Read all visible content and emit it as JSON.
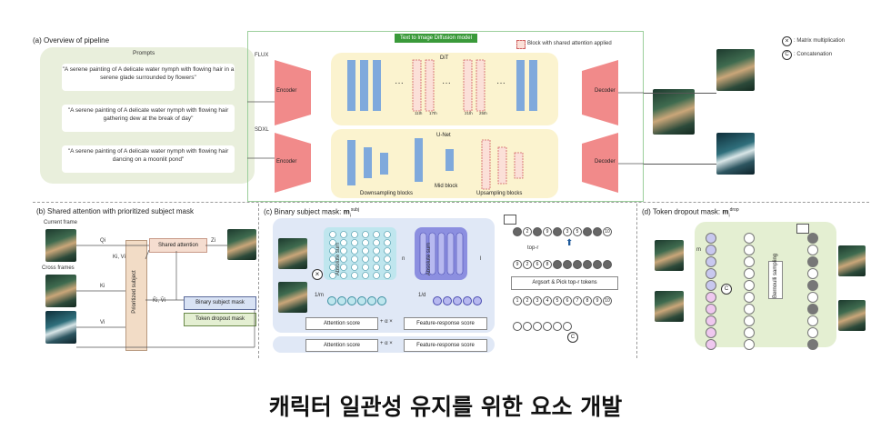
{
  "sections": {
    "a_title": "(a) Overview of pipeline",
    "b_title": "(b) Shared attention  with prioritized subject mask",
    "c_title": "(c) Binary subject mask:",
    "c_symbol": "m",
    "c_sup": "subj",
    "c_sub": "i",
    "d_title": "(d) Token dropout mask:",
    "d_symbol": "m",
    "d_sup": "drop",
    "d_sub": "i"
  },
  "pipeline": {
    "prompts_header": "Prompts",
    "prompts": [
      "\"A serene painting of A delicate water nymph with flowing hair in a serene glade surrounded by flowers\"",
      "\"A serene painting of A delicate water nymph with flowing hair gathering dew at the break of day\"",
      "\"A serene painting of A delicate water nymph with flowing hair dancing on a moonlit pond\""
    ],
    "model_banner": "Text to Image Diffusion model",
    "shared_attn_legend": "Block with shared attention applied",
    "flux_label": "FLUX",
    "sdxl_label": "SDXL",
    "encoder": "Encoder",
    "decoder": "Decoder",
    "dit": "DiT",
    "unet": "U-Net",
    "downsampling": "Downsampling blocks",
    "mid_block": "Mid block",
    "upsampling": "Upsampling blocks",
    "dit_markers": [
      "11th",
      "17th",
      "21th",
      "25th"
    ]
  },
  "legend": {
    "matrix_mult": ": Matrix multiplication",
    "concat": ": Concatenation",
    "concat_symbol": "C"
  },
  "shared_attention": {
    "current_frame": "Current frame",
    "cross_frames": "Cross frames",
    "shared_attention_box": "Shared attention",
    "prioritized_subject": "Prioritized subject",
    "binary_mask": "Binary subject mask",
    "token_mask": "Token dropout mask",
    "q": "Qi",
    "kv": "Ki, Vi",
    "k": "Ki",
    "v": "Vi",
    "kv2": "K̂i, V̂i",
    "out": "Zi"
  },
  "binary_mask": {
    "absolute_sum": "Absolute sum",
    "n": "n",
    "l": "l",
    "one_over_m": "1/m",
    "one_over_d": "1/d",
    "attention_score": "Attention score",
    "plus_alpha": "+ α ×",
    "feature_response": "Feature-response score",
    "top_r": "top-r",
    "argsort": "Argsort & Pick top-r tokens",
    "top_tokens": [
      "2",
      "9",
      "3",
      "5",
      "10"
    ],
    "sorted_tokens": [
      "9",
      "2",
      "6",
      "8"
    ],
    "index_tokens": [
      "1",
      "2",
      "3",
      "4",
      "5",
      "6",
      "7",
      "8",
      "9",
      "10"
    ]
  },
  "token_dropout": {
    "m": "m",
    "bernoulli": "Bernoulli sampling"
  },
  "caption": "캐릭터 일관성 유지를 위한 요소 개발"
}
